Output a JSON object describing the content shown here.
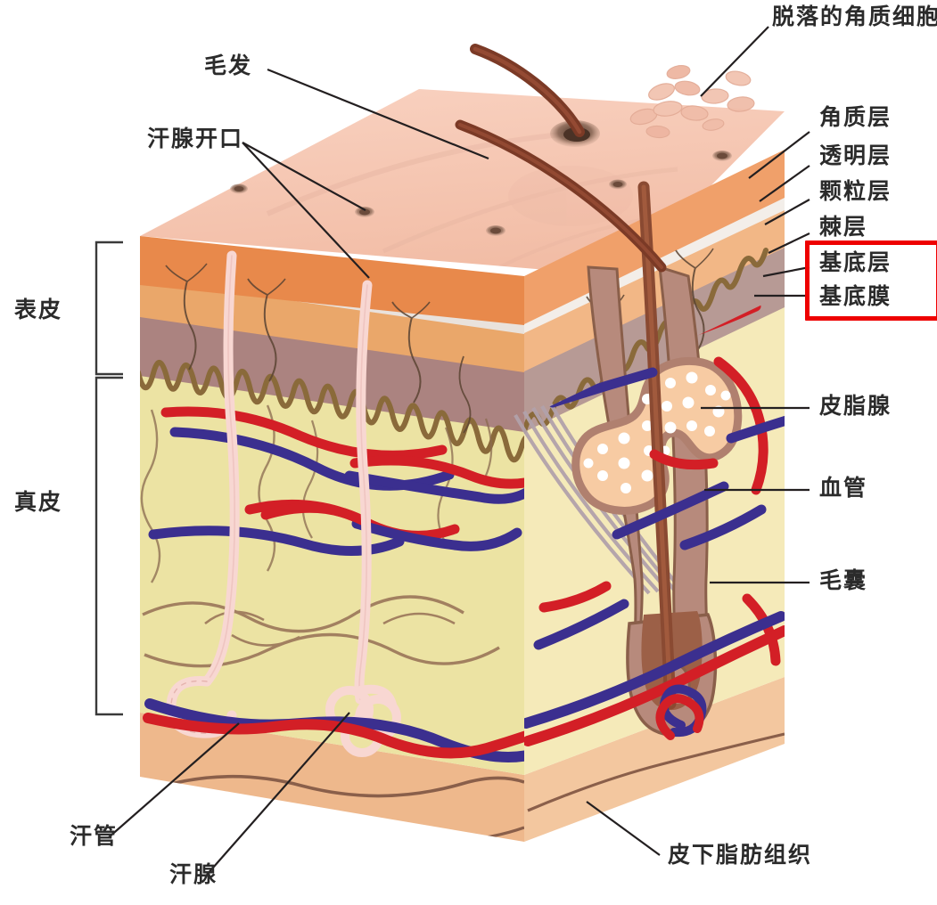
{
  "figure": {
    "title_alt": "皮肤结构示意图",
    "type": "anatomical-cross-section-diagram"
  },
  "labels": {
    "hair": "毛发",
    "sweat_pore": "汗腺开口",
    "desquamated_cells": "脱落的角质细胞",
    "stratum_corneum": "角质层",
    "stratum_lucidum": "透明层",
    "stratum_granulosum": "颗粒层",
    "stratum_spinosum": "棘层",
    "stratum_basale": "基底层",
    "basement_membrane": "基底膜",
    "sebaceous_gland": "皮脂腺",
    "blood_vessel": "血管",
    "hair_follicle": "毛囊",
    "subcutaneous_fat": "皮下脂肪组织",
    "sweat_duct": "汗管",
    "sweat_gland": "汗腺",
    "epidermis": "表皮",
    "dermis": "真皮"
  },
  "highlight": {
    "color": "#ee0000",
    "items": [
      "基底层",
      "基底膜"
    ]
  },
  "colors": {
    "skin_surface": "#f5c3ae",
    "skin_surface_light": "#f7cdba",
    "stratum_corneum": "#ef9d63",
    "stratum_corneum_side": "#e8894b",
    "stratum_lucidum": "#efeae6",
    "stratum_granulosum": "#f0b27e",
    "stratum_granulosum_side": "#e9a368",
    "stratum_spinosum": "#b6928f",
    "stratum_spinosum_side": "#a8817f",
    "dermis": "#ece3a3",
    "dermis_side": "#f5eab9",
    "subcutis": "#eeb88c",
    "subcutis_side": "#f3c79f",
    "artery": "#d31f26",
    "vein": "#3b2f8f",
    "hair": "#7b3a26",
    "follicle_sheath": "#b78a7c",
    "sebaceous_outline": "#b0806f",
    "sebaceous_fill": "#f7cba3",
    "sweat_duct": "#f8d7d2",
    "leader_line": "#231f20",
    "basal_wave": "#8a6a3a",
    "septa": "#8a5f4a"
  },
  "brackets": {
    "epidermis_label": "表皮",
    "dermis_label": "真皮"
  }
}
